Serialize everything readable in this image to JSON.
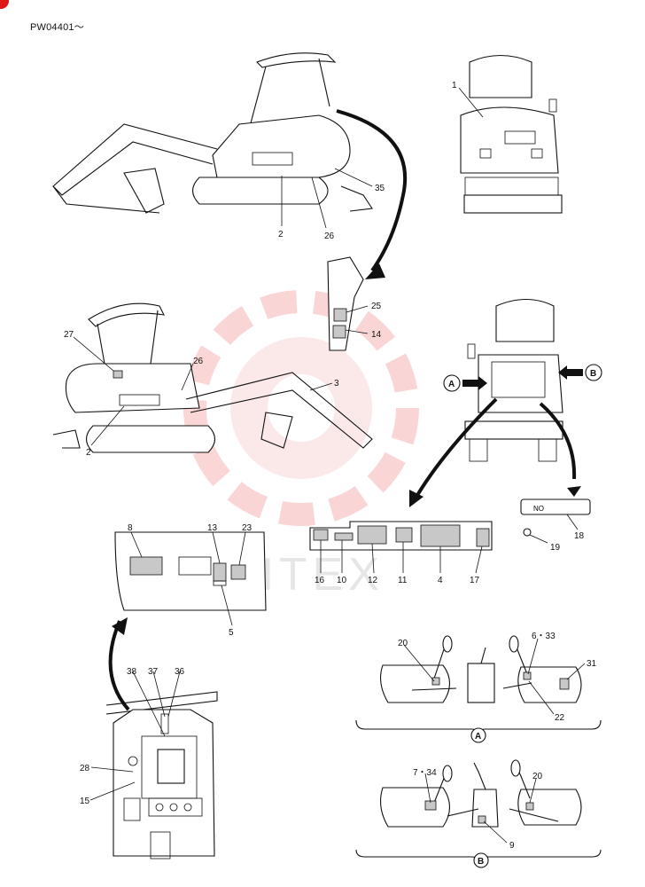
{
  "doc": {
    "code": "PW04401～"
  },
  "theme": {
    "watermark": "#f08a8a",
    "accent": "#e01818"
  },
  "watermark_text": "VIHTEX",
  "nameplate_text": "NO",
  "views": {
    "a": "A",
    "b": "B"
  },
  "callouts": {
    "c1": "1",
    "c2a": "2",
    "c26a": "26",
    "c35": "35",
    "c25": "25",
    "c14": "14",
    "c27": "27",
    "c26b": "26",
    "c3": "3",
    "c2b": "2",
    "c8": "8",
    "c13": "13",
    "c23": "23",
    "c5": "5",
    "c16": "16",
    "c10": "10",
    "c12": "12",
    "c11": "11",
    "c4": "4",
    "c17": "17",
    "c18": "18",
    "c19": "19",
    "c38": "38",
    "c37": "37",
    "c36": "36",
    "c28": "28",
    "c15": "15",
    "c20a": "20",
    "c6_33": "6・33",
    "c31": "31",
    "c22": "22",
    "c7_34": "7・34",
    "c9": "9",
    "c20b": "20"
  }
}
